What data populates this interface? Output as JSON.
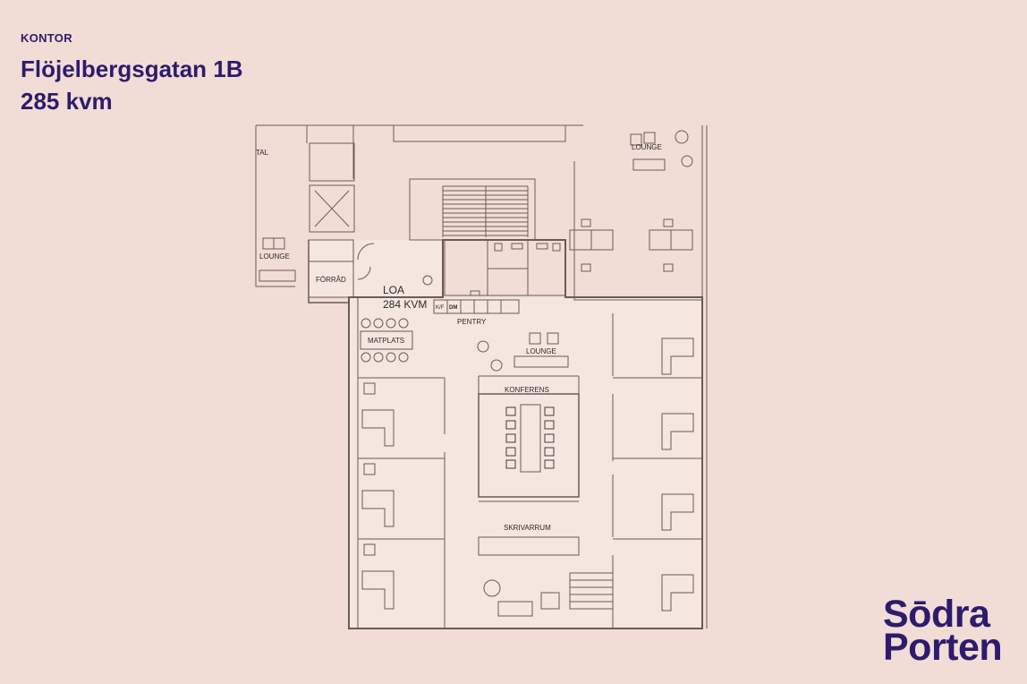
{
  "header": {
    "category": "KONTOR",
    "address": "Flöjelbergsgatan 1B",
    "area": "285 kvm"
  },
  "logo": {
    "line1": "Sōdra",
    "line2": "Porten"
  },
  "plan": {
    "labels": {
      "lounge_top_right": "LOUNGE",
      "lounge_left": "LOUNGE",
      "forrad": "FÖRRÅD",
      "loa_title": "LOA",
      "loa_area": "284 KVM",
      "kf": "K/F",
      "dm": "DM",
      "pentry": "PENTRY",
      "lounge_center": "LOUNGE",
      "matplats": "MATPLATS",
      "konferens": "KONFERENS",
      "skrivarrum": "SKRIVARRUM",
      "tal": "TAL"
    }
  },
  "colors": {
    "background": "#f1ddd5",
    "office_fill": "#f6e6e0",
    "brand": "#2d1b6e",
    "line": "#6b5a55"
  }
}
